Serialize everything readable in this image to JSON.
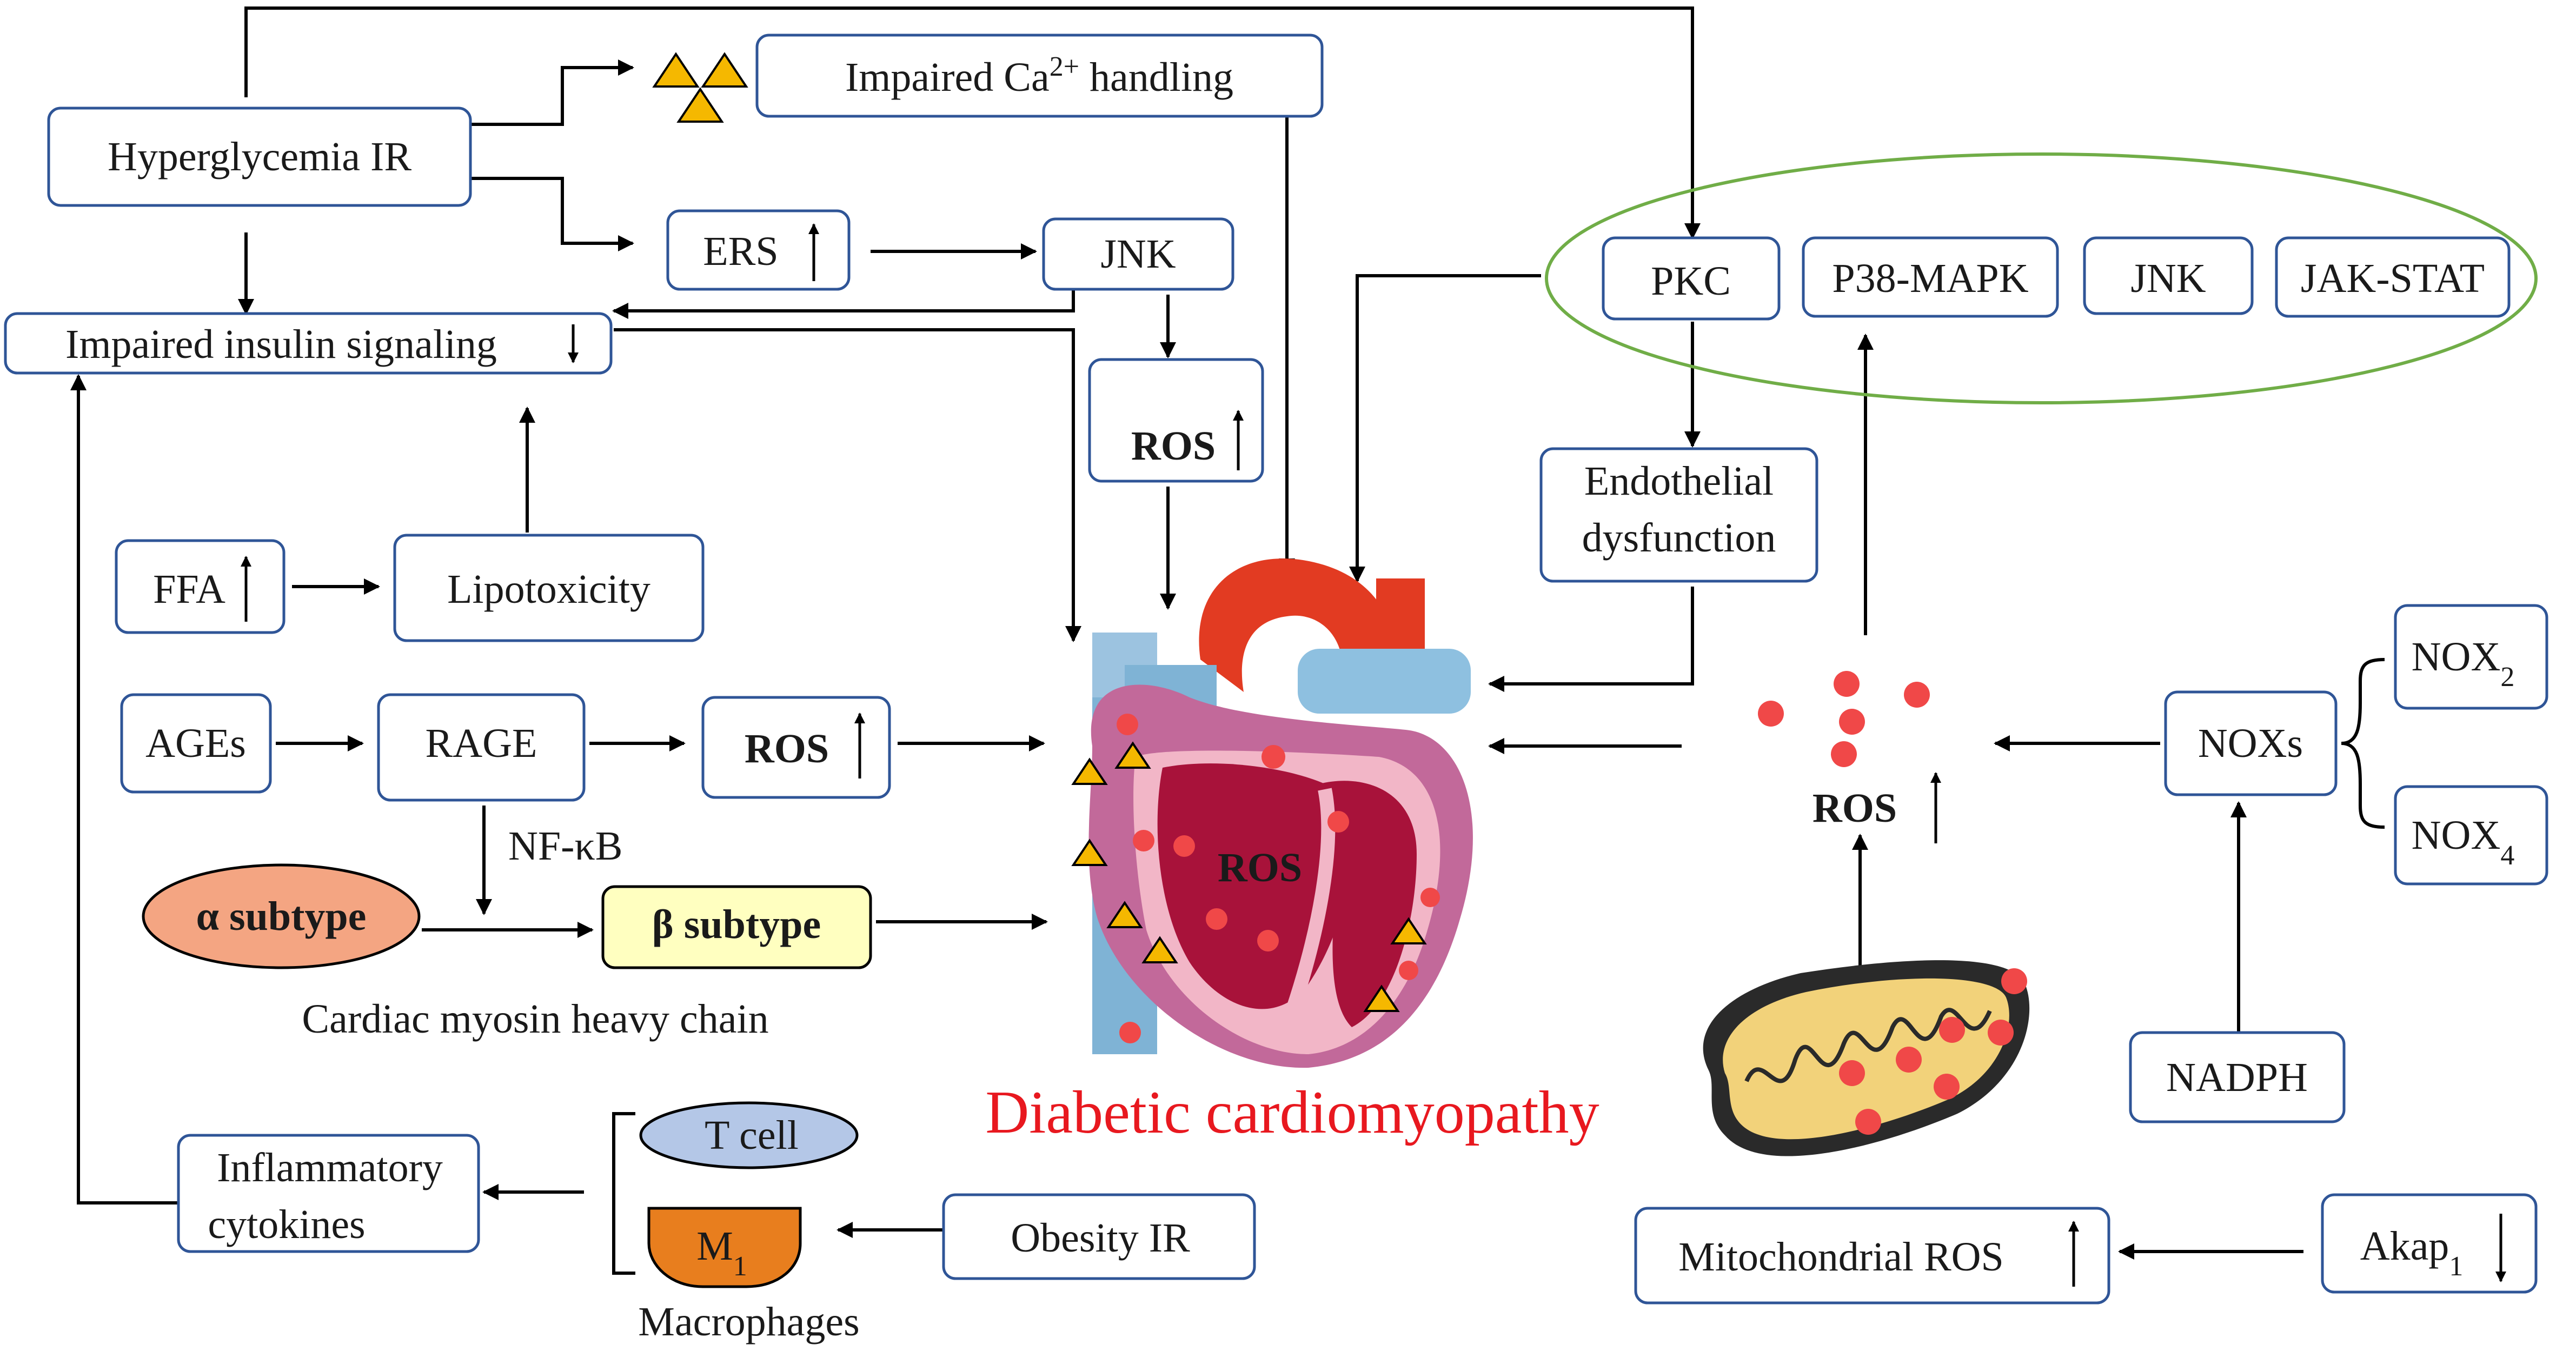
{
  "nodes": {
    "hyperglycemia_ir": "Hyperglycemia   IR",
    "impaired_ca": "Impaired Ca",
    "impaired_ca_sup": "2+",
    "impaired_ca_tail": " handling",
    "ers": "ERS",
    "jnk_top": "JNK",
    "impaired_insulin": "Impaired insulin signaling",
    "ros_top": "ROS",
    "ffa": "FFA",
    "lipotoxicity": "Lipotoxicity",
    "ages": "AGEs",
    "rage": "RAGE",
    "ros_mid": "ROS",
    "nfkb": "NF-κB",
    "alpha_subtype": "α subtype",
    "beta_subtype": "β subtype",
    "myosin": "Cardiac myosin heavy chain",
    "heart_ros": "ROS",
    "title": "Diabetic cardiomyopathy",
    "t_cell": "T cell",
    "m1": "M",
    "m1_sub": "1",
    "macrophages": "Macrophages",
    "inflammatory_1": "Inflammatory",
    "inflammatory_2": "cytokines",
    "obesity_ir": "Obesity  IR",
    "pkc": "PKC",
    "p38": "P38-MAPK",
    "jnk_right": "JNK",
    "jak": "JAK-STAT",
    "endo_1": "Endothelial",
    "endo_2": "dysfunction",
    "ros_right": "ROS",
    "noxs": "NOXs",
    "nox2": "NOX",
    "nox2_sub": "2",
    "nox4": "NOX",
    "nox4_sub": "4",
    "nadph": "NADPH",
    "mito_ros": "Mitochondrial ROS",
    "akap": "Akap",
    "akap_sub": "1"
  },
  "colors": {
    "box_border": "#2f5597",
    "title": "#e8181f",
    "alpha_fill": "#f4a582",
    "beta_fill": "#ffffc0",
    "t_cell_fill": "#b4c7e7",
    "m1_fill": "#e87e1e",
    "ellipse": "#70ad47",
    "ros_dot": "#f04848",
    "triangle": "#f5b800"
  }
}
